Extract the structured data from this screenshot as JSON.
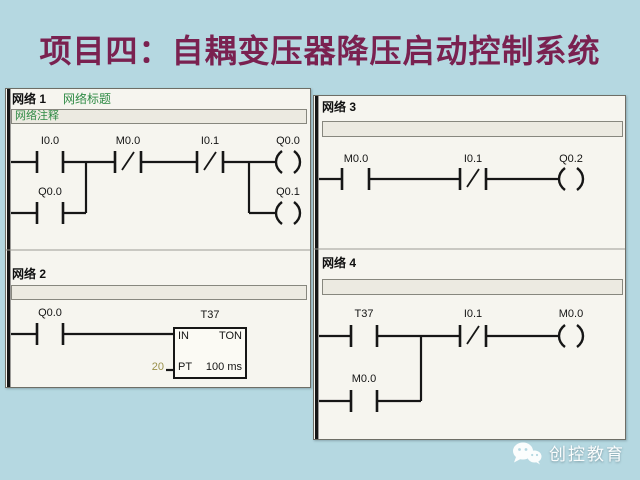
{
  "slide": {
    "title": "项目四：自耦变压器降压启动控制系统"
  },
  "editor": {
    "network1": {
      "header": "网络 1",
      "title_field": "网络标题",
      "comment": "网络注释",
      "contact1": "I0.0",
      "contact2_nc": "M0.0",
      "contact3_nc": "I0.1",
      "coil1": "Q0.0",
      "branch_contact": "Q0.0",
      "coil2": "Q0.1"
    },
    "network2": {
      "header": "网络 2",
      "comment": "",
      "contact1": "Q0.0",
      "timer": {
        "name": "T37",
        "type": "TON",
        "in_label": "IN",
        "pt_label": "PT",
        "pt_value": "20",
        "time_base": "100 ms"
      }
    },
    "network3": {
      "header": "网络 3",
      "comment": "",
      "contact1": "M0.0",
      "contact2_nc": "I0.1",
      "coil": "Q0.2"
    },
    "network4": {
      "header": "网络 4",
      "comment": "",
      "contact1": "T37",
      "contact2_nc": "I0.1",
      "coil": "M0.0",
      "branch_contact": "M0.0"
    }
  },
  "watermark": {
    "brand": "创控教育",
    "icon": "wechat-icon"
  },
  "colors": {
    "background": "#b5d8e1",
    "title_text": "#7a2150",
    "field_green": "#2f8b45",
    "pt_value_olive": "#99904a",
    "panel_bg": "#f6f5ef",
    "wire": "#161616"
  }
}
